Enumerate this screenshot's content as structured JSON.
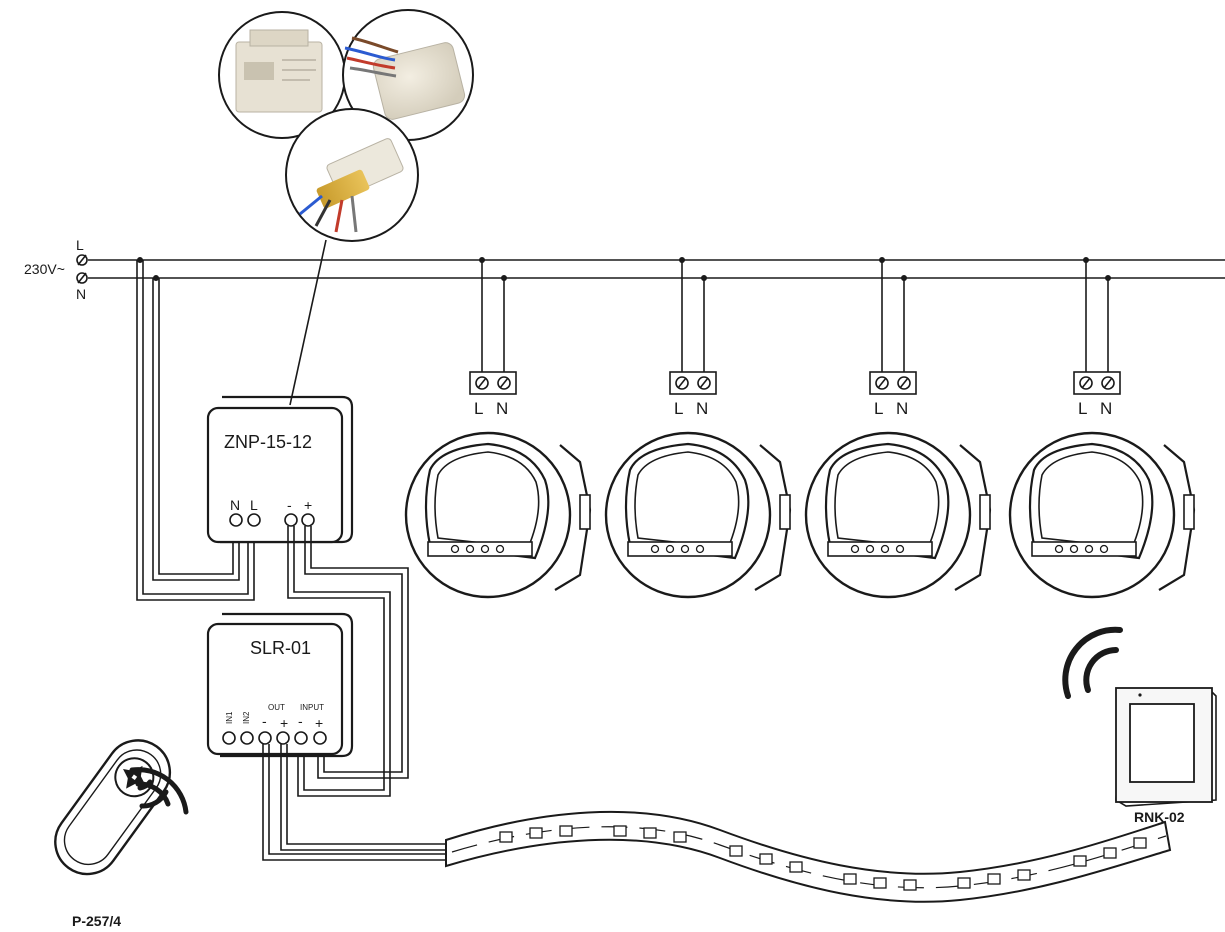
{
  "supply": {
    "voltage_label": "230V~",
    "line_label": "L",
    "neutral_label": "N"
  },
  "power_supply": {
    "name": "ZNP-15-12",
    "terminals": [
      "N",
      "L",
      "-",
      "+"
    ]
  },
  "controller": {
    "name": "SLR-01",
    "group_out": "OUT",
    "group_input": "INPUT",
    "terminals": [
      "IN1",
      "IN2",
      "-",
      "+",
      "-",
      "+"
    ]
  },
  "luminaires": {
    "count": 4,
    "terminal_labels": [
      "L",
      "N"
    ]
  },
  "remote": {
    "name": "P-257/4"
  },
  "wall_switch": {
    "name": "RNK-02"
  }
}
